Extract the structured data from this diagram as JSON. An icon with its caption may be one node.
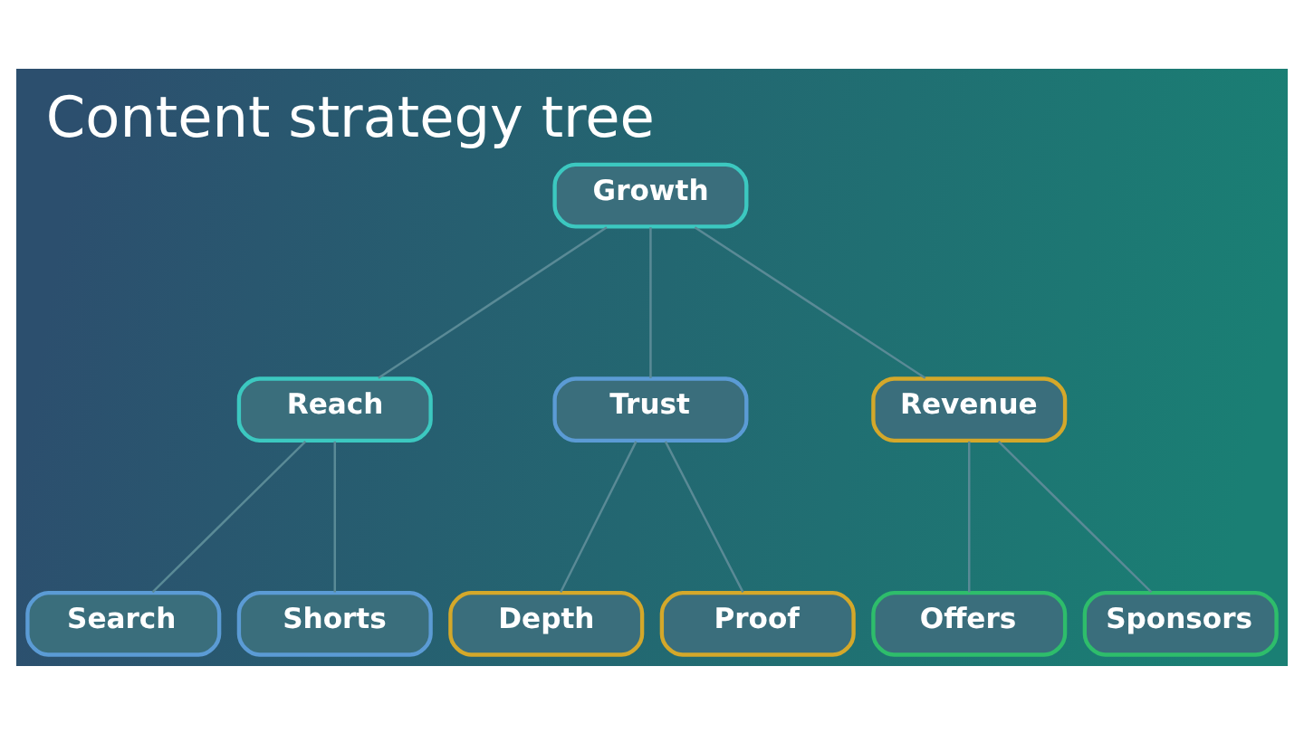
{
  "diagram": {
    "title": "Content strategy tree",
    "nodes": [
      {
        "text": [
          "Growth"
        ]
      },
      {
        "text": [
          "Reach"
        ]
      },
      {
        "text": [
          "Trust"
        ]
      },
      {
        "text": [
          "Revenue"
        ]
      },
      {
        "text": [
          "Search"
        ]
      },
      {
        "text": [
          "Shorts"
        ]
      },
      {
        "text": [
          "Depth"
        ]
      },
      {
        "text": [
          "Proof"
        ]
      },
      {
        "text": [
          "Offers"
        ]
      },
      {
        "text": [
          "Sponsors"
        ]
      }
    ],
    "edges": [
      {
        "from": 0,
        "to": 1,
        "arrow": "none"
      },
      {
        "from": 0,
        "to": 2,
        "arrow": "none"
      },
      {
        "from": 0,
        "to": 3,
        "arrow": "none"
      },
      {
        "from": 1,
        "to": 4,
        "arrow": "none"
      },
      {
        "from": 1,
        "to": 5,
        "arrow": "none"
      },
      {
        "from": 2,
        "to": 6,
        "arrow": "none"
      },
      {
        "from": 2,
        "to": 7,
        "arrow": "none"
      },
      {
        "from": 3,
        "to": 8,
        "arrow": "none"
      },
      {
        "from": 3,
        "to": 9,
        "arrow": "none"
      }
    ]
  }
}
